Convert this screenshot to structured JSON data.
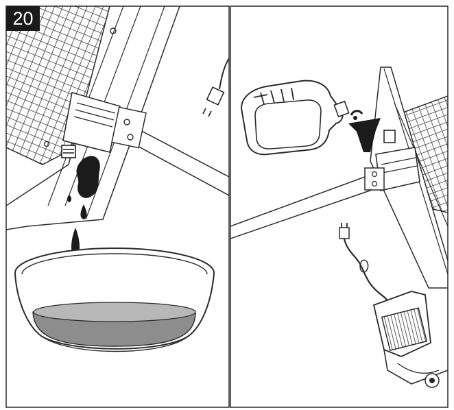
{
  "step": {
    "number": "20"
  },
  "panels": [
    {
      "name": "left-panel-drain-oil"
    },
    {
      "name": "right-panel-refill-oil"
    }
  ],
  "colors": {
    "line": "#2a2a2a",
    "oil": "#1b1b1b",
    "oil_fill": "#8d8d8d",
    "panel_bg": "#ffffff"
  },
  "icons": [
    "drain-plug-icon",
    "oil-drop-icon",
    "catch-basin-icon",
    "power-plug-icon",
    "oil-bottle-icon",
    "funnel-icon",
    "motor-icon"
  ]
}
